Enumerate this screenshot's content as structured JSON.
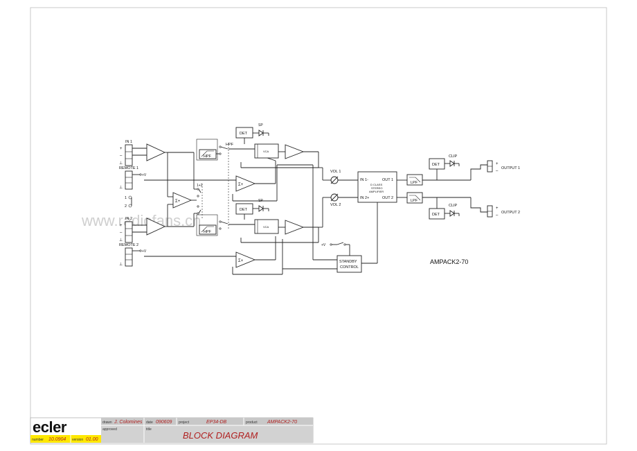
{
  "diagram": {
    "inputs": {
      "in1": "IN 1",
      "remote1": "REMOTE 1",
      "in2": "IN 2",
      "remote2": "REMOTE 2",
      "plus": "+",
      "minus": "–",
      "ground": "⊥",
      "plus_v": "+V",
      "sel1": "1",
      "sel2": "2",
      "sel12": "1+2"
    },
    "blocks": {
      "hpf_label": "HPF",
      "hpf1": "HPF",
      "hpf2": "HPF",
      "det": "DET",
      "sp": "SP",
      "vca": "VCA",
      "sum": "Σ+",
      "vol1": "VOL 1",
      "vol2": "VOL 2",
      "amp_in1": "IN 1-",
      "amp_in2": "IN 2+",
      "amp_out1": "OUT 1",
      "amp_out2": "OUT 2",
      "amp_line1": "D CLASS",
      "amp_line2": "STEREO",
      "amp_line3": "AMPLIFIER",
      "lpf": "LPF",
      "clip": "CLIP",
      "output1": "OUTPUT 1",
      "output2": "OUTPUT 2",
      "standby_line1": "STANDBY",
      "standby_line2": "CONTROL",
      "plus_v": "+V"
    },
    "model_label": "AMPACK2-70",
    "watermark": "www.radiofans.cn"
  },
  "title_block": {
    "logo": "ecler",
    "drawn_label": "drawn",
    "drawn_value": "J. Colomines",
    "date_label": "date",
    "date_value": "090609",
    "project_label": "project",
    "project_value": "EP34-DB",
    "product_label": "product",
    "product_value": "AMPACK2-70",
    "approved_label": "approved",
    "title_label": "title",
    "title_value": "BLOCK DIAGRAM",
    "number_label": "number",
    "number_value": "10.0904",
    "version_label": "version",
    "version_value": "01.00"
  },
  "colors": {
    "titlebar_gray": "#c8c8c8",
    "title_red": "#b02020",
    "yellow_field": "#ffe800",
    "border": "#bbbbbb"
  }
}
